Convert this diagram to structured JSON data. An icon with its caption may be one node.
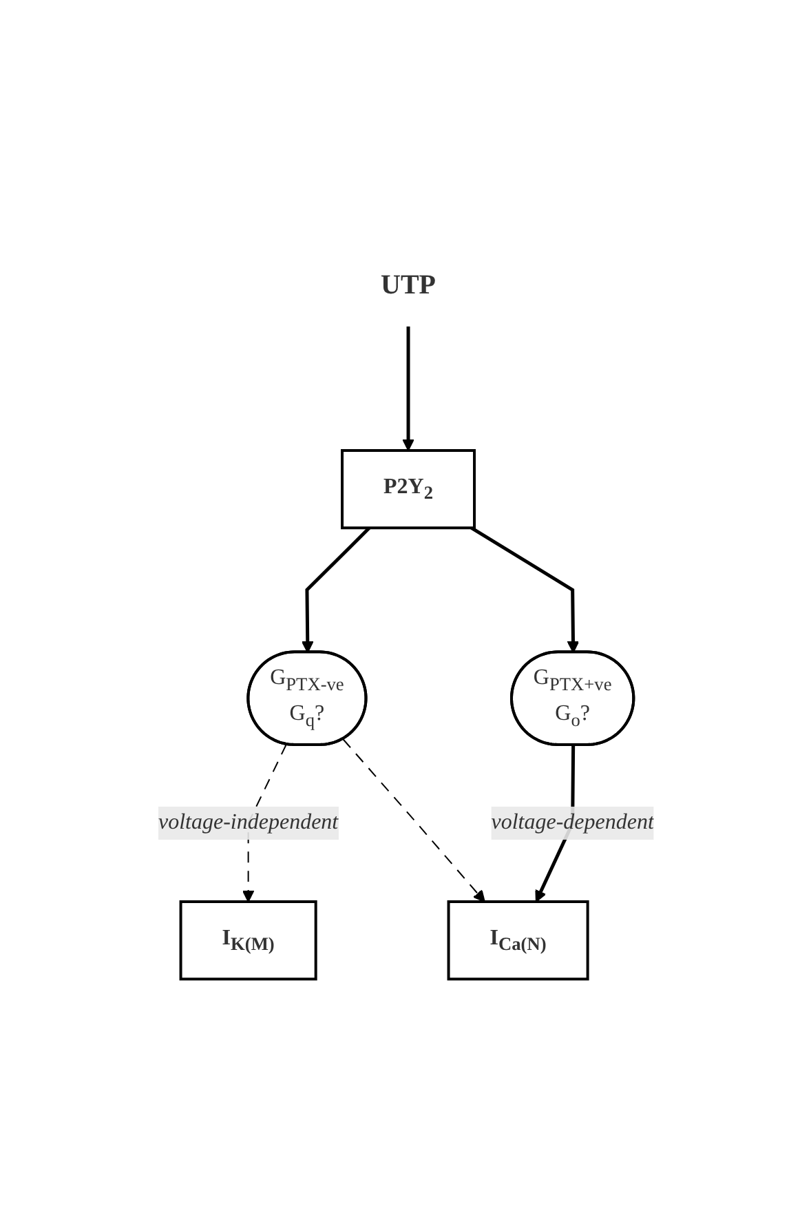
{
  "diagram": {
    "nodes": [
      {
        "text": [
          "UTP"
        ]
      },
      {
        "text": [
          "P2Y$_{2}$"
        ]
      },
      {
        "text": [
          "G$_{PTX-ve}$",
          "G$_{q}$?"
        ]
      },
      {
        "text": [
          "G$_{PTX+ve}$",
          "G$_{o}$?"
        ]
      },
      {
        "text": [
          "I$_{K(M)}$"
        ]
      },
      {
        "text": [
          "I$_{Ca(N)}$"
        ]
      }
    ],
    "edges": [
      {
        "from": 0,
        "to": 1,
        "arrow": "to"
      },
      {
        "from": 1,
        "to": 2,
        "arrow": "to"
      },
      {
        "from": 1,
        "to": 3,
        "arrow": "to"
      },
      {
        "from": 2,
        "to": 4,
        "arrow": "to",
        "style": "dashed",
        "label": "voltage-independent"
      },
      {
        "from": 2,
        "to": 5,
        "arrow": "to",
        "style": "dashed"
      },
      {
        "from": 3,
        "to": 5,
        "arrow": "to",
        "label": "voltage-dependent"
      }
    ]
  }
}
